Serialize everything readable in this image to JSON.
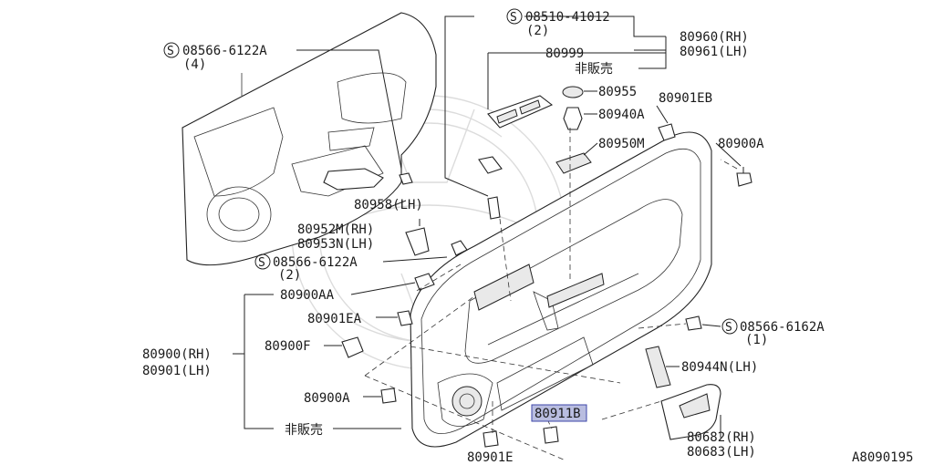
{
  "labels": {
    "screw_08510_41012": "08510-41012",
    "screw_08510_41012_qty": "(2)",
    "screw_08566_6122A_top": "08566-6122A",
    "screw_08566_6122A_top_qty": "(4)",
    "p80960": "80960(RH)",
    "p80961": "80961(LH)",
    "p80999": "80999",
    "not_for_sale_top": "非販売",
    "p80955": "80955",
    "p80901EB": "80901EB",
    "p80940A": "80940A",
    "p80950M": "80950M",
    "p80900A_right": "80900A",
    "p80958": "80958(LH)",
    "p80952M": "80952M(RH)",
    "p80953N": "80953N(LH)",
    "screw_08566_6122A_mid": "08566-6122A",
    "screw_08566_6122A_mid_qty": "(2)",
    "p80900AA": "80900AA",
    "p80901EA": "80901EA",
    "p80900F": "80900F",
    "p80900": "80900(RH)",
    "p80901": "80901(LH)",
    "p80900A_left": "80900A",
    "not_for_sale_bottom": "非販売",
    "p80911B": "80911B",
    "p80901E": "80901E",
    "screw_08566_6162A": "08566-6162A",
    "screw_08566_6162A_qty": "(1)",
    "p80944N": "80944N(LH)",
    "p80682": "80682(RH)",
    "p80683": "80683(LH)",
    "screw_symbol": "S",
    "diagram_code": "A8090195"
  },
  "colors": {
    "line": "#222222",
    "highlight_fill": "#b9bde0",
    "highlight_border": "#3d46a8",
    "watermark": "#dcdcdc"
  }
}
